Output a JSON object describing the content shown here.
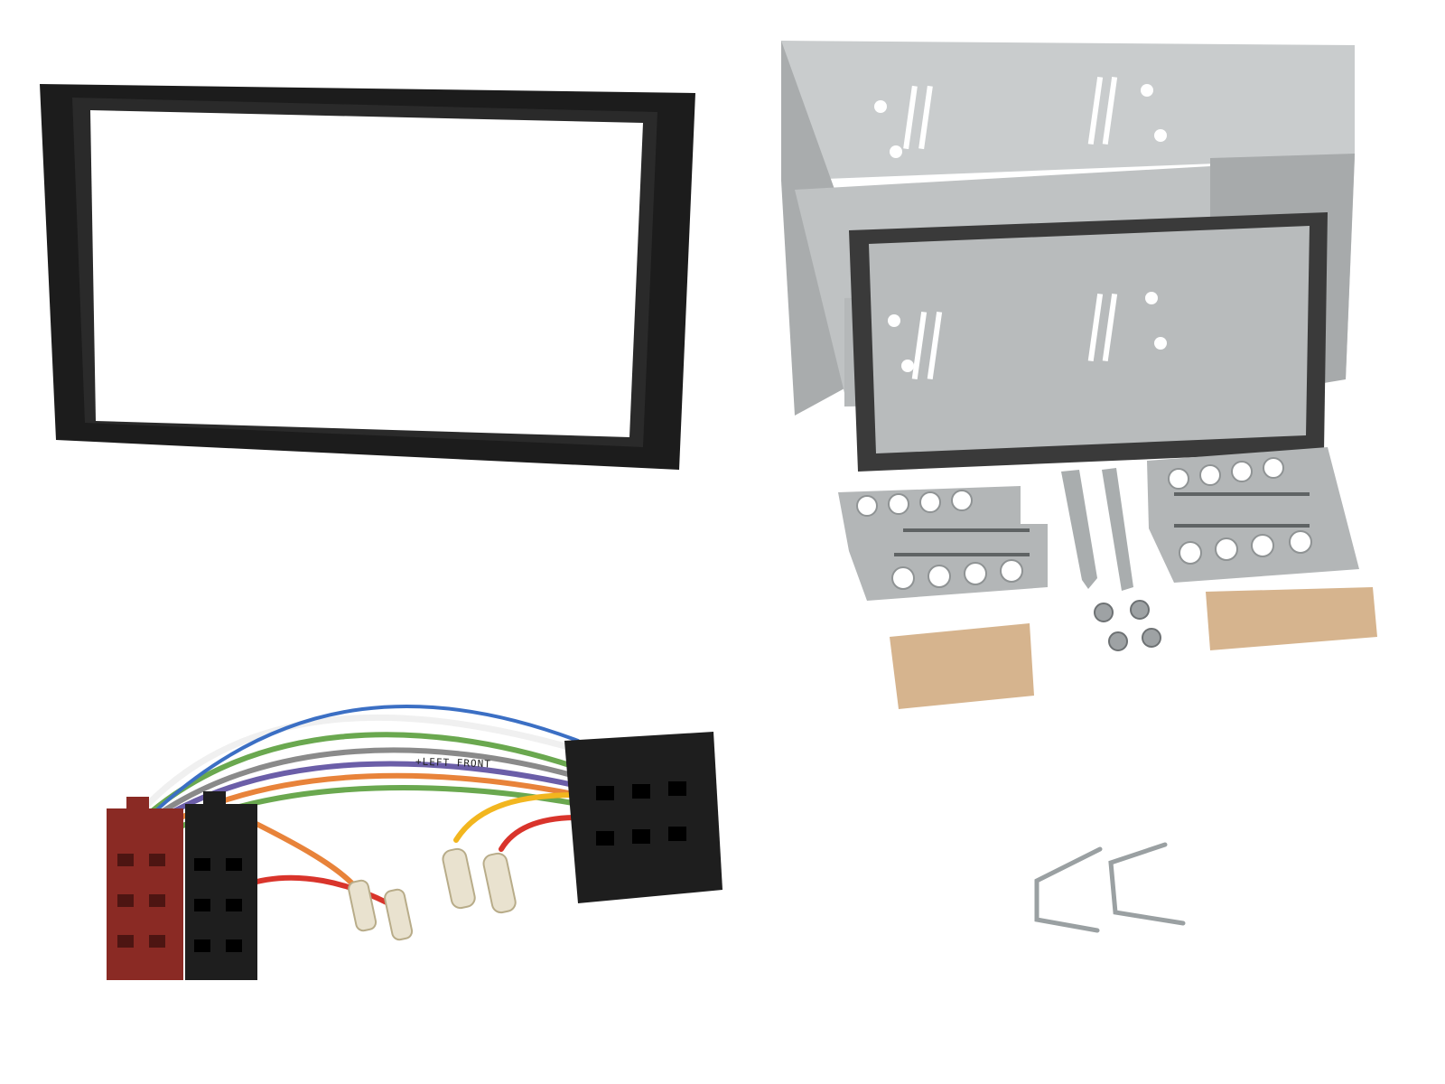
{
  "scene": {
    "description": "Car stereo double-DIN fitting kit product photo",
    "background": "#ffffff"
  },
  "items": {
    "fascia_panel": {
      "label": "Double DIN fascia panel",
      "color": "#1c1c1c"
    },
    "mounting_cage": {
      "label": "Double DIN metal mounting cage",
      "color": "#b9bcbd",
      "trim_color": "#3a3a3a"
    },
    "side_brackets": {
      "label": "Side mounting brackets",
      "color": "#b3b6b7"
    },
    "release_keys_flat": {
      "label": "Flat release keys",
      "color": "#a9adae"
    },
    "screws": {
      "label": "Screws",
      "count": 4,
      "color": "#9ea2a4"
    },
    "clips": {
      "label": "Copper spring clips",
      "count": 2,
      "color": "#d6b48e"
    },
    "wiring_harness": {
      "label": "ISO wiring harness",
      "wire_text": "+LEFT FRONT",
      "connector_red": "#8a2a24",
      "connector_black": "#1e1e1e",
      "wire_colors": [
        "#6aa84f",
        "#f0f0f0",
        "#6b5ea8",
        "#e8833a",
        "#f2b61f",
        "#d9342b",
        "#8a8a8a",
        "#3b6fc4"
      ]
    },
    "removal_tools": {
      "label": "DIN removal keys",
      "count": 2,
      "color": "#9aa0a2"
    }
  }
}
